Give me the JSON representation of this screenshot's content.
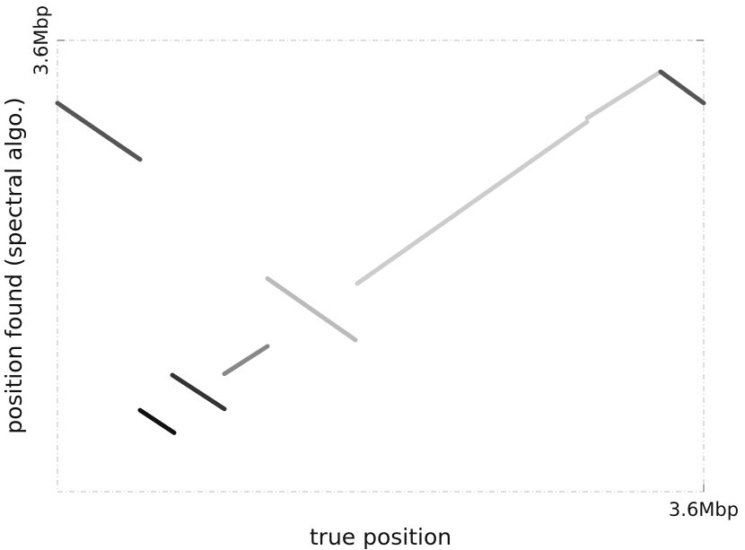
{
  "chart_data": {
    "type": "line",
    "title": "",
    "xlabel": "true position",
    "ylabel": "position found (spectral algo.)",
    "x_tick_label": "3.6Mbp",
    "y_tick_label": "3.6Mbp",
    "xlim": [
      0,
      3.6
    ],
    "ylim": [
      0,
      3.6
    ],
    "unit": "Mbp",
    "grid": false,
    "segments": [
      {
        "x": [
          0.0,
          0.46
        ],
        "y": [
          3.1,
          2.65
        ],
        "color": "#555555"
      },
      {
        "x": [
          0.46,
          0.65
        ],
        "y": [
          0.65,
          0.47
        ],
        "color": "#111111"
      },
      {
        "x": [
          0.64,
          0.93
        ],
        "y": [
          0.93,
          0.66
        ],
        "color": "#333333"
      },
      {
        "x": [
          0.93,
          1.17
        ],
        "y": [
          0.94,
          1.16
        ],
        "color": "#888888"
      },
      {
        "x": [
          1.17,
          1.66
        ],
        "y": [
          1.7,
          1.21
        ],
        "color": "#bbbbbb"
      },
      {
        "x": [
          1.67,
          2.95
        ],
        "y": [
          1.66,
          2.95
        ],
        "color": "#cccccc"
      },
      {
        "x": [
          2.95,
          3.36
        ],
        "y": [
          2.98,
          3.35
        ],
        "color": "#cccccc"
      },
      {
        "x": [
          3.36,
          3.6
        ],
        "y": [
          3.35,
          3.1
        ],
        "color": "#555555"
      }
    ]
  }
}
